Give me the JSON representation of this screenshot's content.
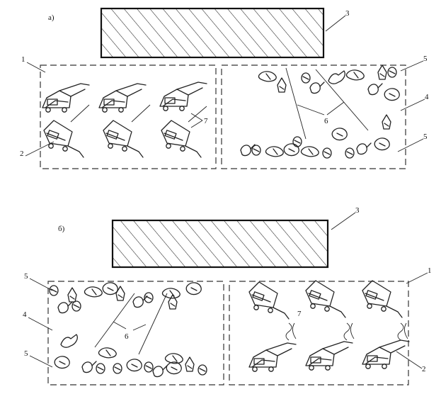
{
  "figure": {
    "scheme_a": {
      "tag": "а)",
      "callouts": {
        "1": "1",
        "2": "2",
        "3": "3",
        "4": "4",
        "5a": "5",
        "5b": "5",
        "6": "6",
        "7": "7"
      }
    },
    "scheme_b": {
      "tag": "б)",
      "callouts": {
        "1": "1",
        "2": "2",
        "3": "3",
        "4": "4",
        "5a": "5",
        "5b": "5",
        "6": "6",
        "7": "7"
      }
    }
  }
}
